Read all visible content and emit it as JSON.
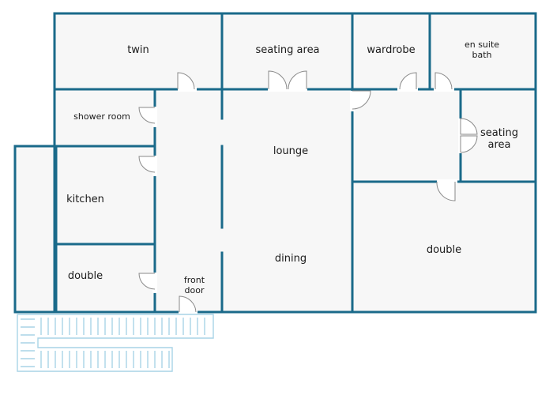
{
  "colors": {
    "wall": "#1a6a8a",
    "floor": "#f7f7f7",
    "background": "#ffffff",
    "door_line": "#8a8a8a",
    "stairs": "#a9d4e6",
    "text": "#1a1a1a"
  },
  "rooms": {
    "twin": "twin",
    "seating_area_top": "seating area",
    "wardrobe": "wardrobe",
    "en_suite_line1": "en suite",
    "en_suite_line2": "bath",
    "shower_room": "shower room",
    "lounge": "lounge",
    "seating_area_right_line1": "seating",
    "seating_area_right_line2": "area",
    "kitchen": "kitchen",
    "dining": "dining",
    "double_right": "double",
    "double_left": "double",
    "front_door_line1": "front",
    "front_door_line2": "door"
  }
}
